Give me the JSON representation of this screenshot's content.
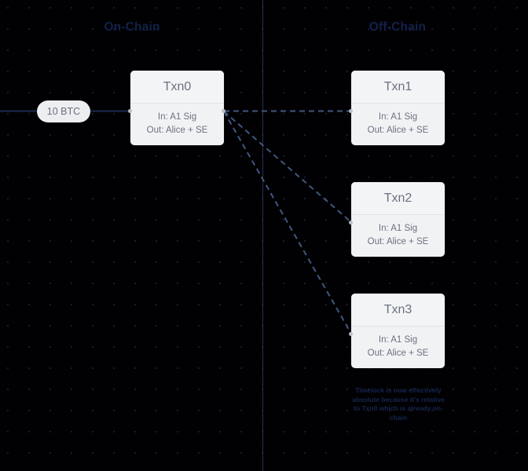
{
  "lanes": {
    "on_chain_label": "On-Chain",
    "off_chain_label": "Off-Chain"
  },
  "input_edge": {
    "label": "10 BTC"
  },
  "nodes": [
    {
      "id": "txn0",
      "title": "Txn0",
      "line1": "In: A1 Sig",
      "line2": "Out: Alice + SE"
    },
    {
      "id": "txn1",
      "title": "Txn1",
      "line1": "In: A1 Sig",
      "line2": "Out: Alice + SE"
    },
    {
      "id": "txn2",
      "title": "Txn2",
      "line1": "In: A1 Sig",
      "line2": "Out: Alice + SE"
    },
    {
      "id": "txn3",
      "title": "Txn3",
      "line1": "In: A1 Sig",
      "line2": "Out: Alice + SE"
    }
  ],
  "annotation": {
    "text": "Timelock is now effectively absolute because it's relative to Txn0 which is already on-chain"
  },
  "colors": {
    "background": "#010103",
    "grid_dot": "#1c1836",
    "lane_title": "#13214a",
    "lane_divider": "#2e3a5c",
    "node_fill": "#f1f2f4",
    "node_text": "#6a7280",
    "solid_edge": "#1b2a4e",
    "dashed_edge": "#41577f",
    "annotation_text": "#16254f"
  }
}
